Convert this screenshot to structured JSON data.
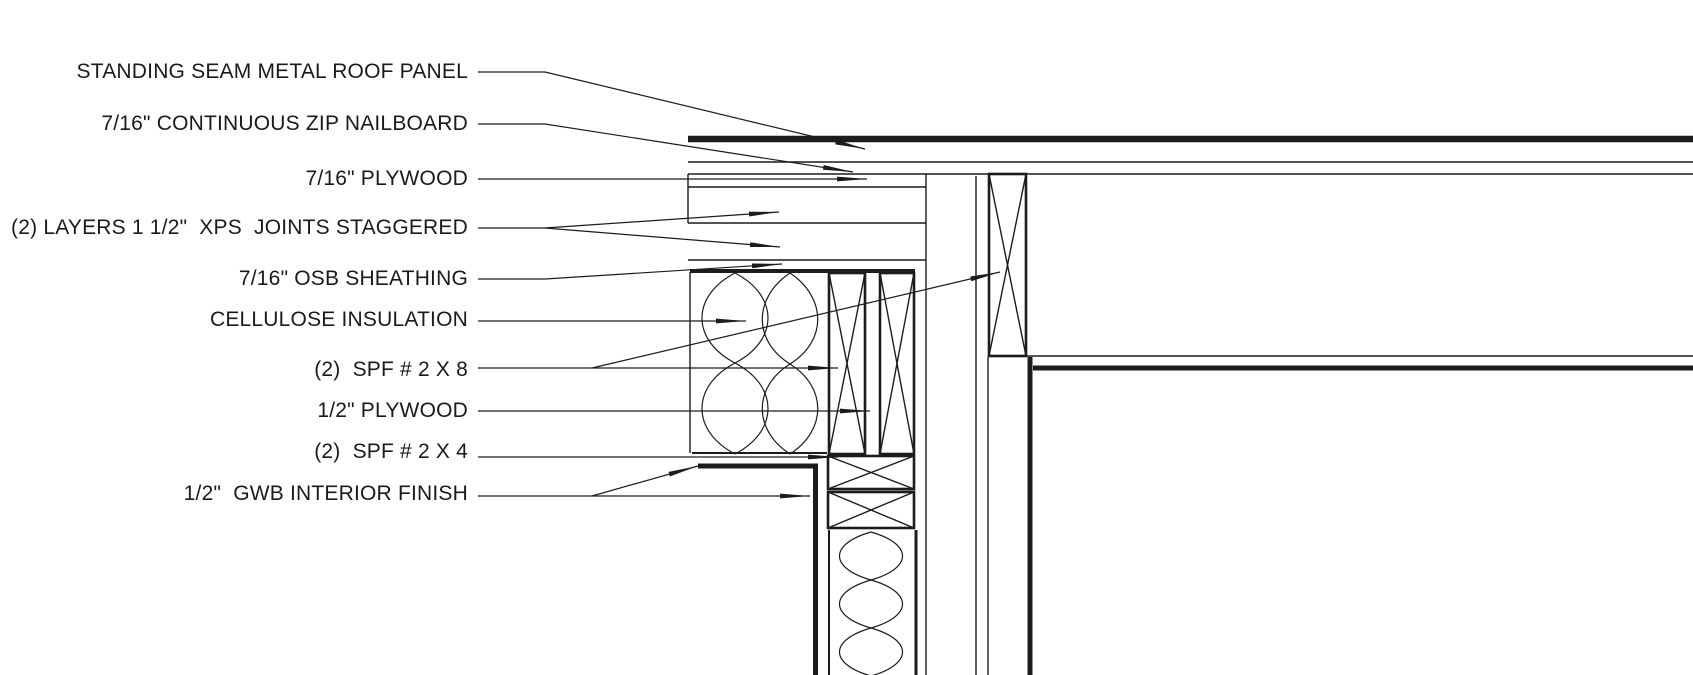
{
  "drawing": {
    "type": "architectural-section-detail",
    "colors": {
      "line": "#1c1c1c",
      "background": "#ffffff"
    },
    "labels": [
      {
        "id": "standing-seam-metal-roof-panel",
        "text": "STANDING SEAM METAL ROOF PANEL"
      },
      {
        "id": "continuous-zip-nailboard",
        "text": "7/16\" CONTINUOUS ZIP NAILBOARD"
      },
      {
        "id": "plywood-7-16",
        "text": "7/16\" PLYWOOD"
      },
      {
        "id": "xps-layers",
        "text": "(2) LAYERS 1 1/2\"  XPS  JOINTS STAGGERED"
      },
      {
        "id": "osb-sheathing",
        "text": "7/16\" OSB SHEATHING"
      },
      {
        "id": "cellulose-insulation",
        "text": "CELLULOSE INSULATION"
      },
      {
        "id": "spf-2x8",
        "text": "(2)  SPF # 2 X 8"
      },
      {
        "id": "plywood-1-2",
        "text": "1/2\" PLYWOOD"
      },
      {
        "id": "spf-2x4",
        "text": "(2)  SPF # 2 X 4"
      },
      {
        "id": "gwb-interior-finish",
        "text": "1/2\"  GWB INTERIOR FINISH"
      }
    ]
  }
}
